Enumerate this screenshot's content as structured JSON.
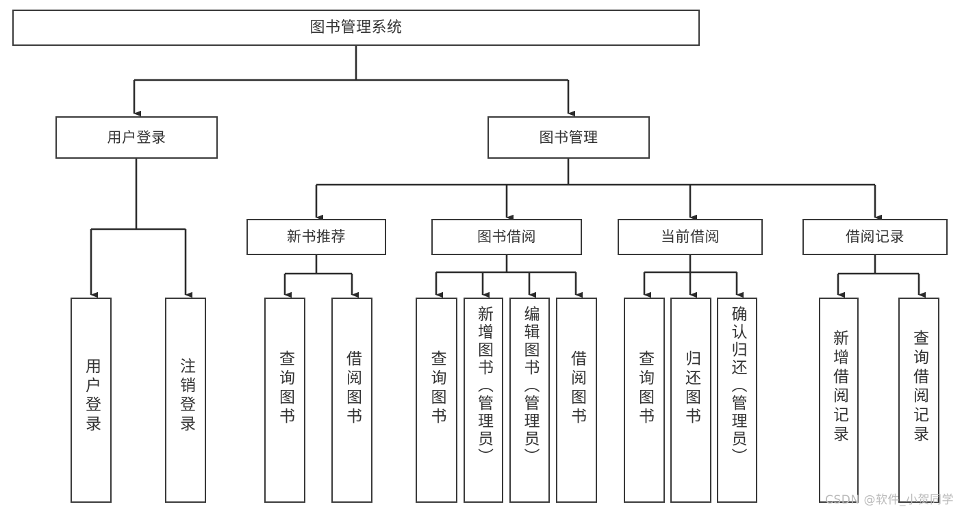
{
  "diagram": {
    "title": "图书管理系统",
    "type": "hierarchy-tree",
    "orientation": "top-down",
    "colors": {
      "background": "#ffffff",
      "box_border": "#3a3a3a",
      "box_fill": "#ffffff",
      "text": "#333333",
      "connector": "#2b2b2b",
      "watermark": "#b9b9b9"
    },
    "watermark": "CSDN @软件_小贺同学",
    "levels": [
      {
        "level": 0,
        "nodes": [
          {
            "id": "root",
            "label": "图书管理系统"
          }
        ]
      },
      {
        "level": 1,
        "nodes": [
          {
            "id": "user-login",
            "label": "用户登录",
            "parent": "root"
          },
          {
            "id": "book-manage",
            "label": "图书管理",
            "parent": "root"
          }
        ]
      },
      {
        "level": 2,
        "nodes": [
          {
            "id": "new-book-rec",
            "label": "新书推荐",
            "parent": "book-manage"
          },
          {
            "id": "book-borrow",
            "label": "图书借阅",
            "parent": "book-manage"
          },
          {
            "id": "current-borrow",
            "label": "当前借阅",
            "parent": "book-manage"
          },
          {
            "id": "borrow-record",
            "label": "借阅记录",
            "parent": "book-manage"
          }
        ]
      },
      {
        "level": 3,
        "nodes": [
          {
            "id": "leaf-user-login",
            "label": "用户登录",
            "parent": "user-login"
          },
          {
            "id": "leaf-user-logout",
            "label": "注销登录",
            "parent": "user-login"
          },
          {
            "id": "leaf-rec-query",
            "label": "查询图书",
            "parent": "new-book-rec"
          },
          {
            "id": "leaf-rec-borrow",
            "label": "借阅图书",
            "parent": "new-book-rec"
          },
          {
            "id": "leaf-borrow-query",
            "label": "查询图书",
            "parent": "book-borrow"
          },
          {
            "id": "leaf-borrow-add",
            "label": "新增图书（管理员）",
            "parent": "book-borrow"
          },
          {
            "id": "leaf-borrow-edit",
            "label": "编辑图书（管理员）",
            "parent": "book-borrow"
          },
          {
            "id": "leaf-borrow-lend",
            "label": "借阅图书",
            "parent": "book-borrow"
          },
          {
            "id": "leaf-cur-query",
            "label": "查询图书",
            "parent": "current-borrow"
          },
          {
            "id": "leaf-cur-return",
            "label": "归还图书",
            "parent": "current-borrow"
          },
          {
            "id": "leaf-cur-confirm",
            "label": "确认归还（管理员）",
            "parent": "current-borrow"
          },
          {
            "id": "leaf-rec-add",
            "label": "新增借阅记录",
            "parent": "borrow-record"
          },
          {
            "id": "leaf-rec-query2",
            "label": "查询借阅记录",
            "parent": "borrow-record"
          }
        ]
      }
    ]
  }
}
